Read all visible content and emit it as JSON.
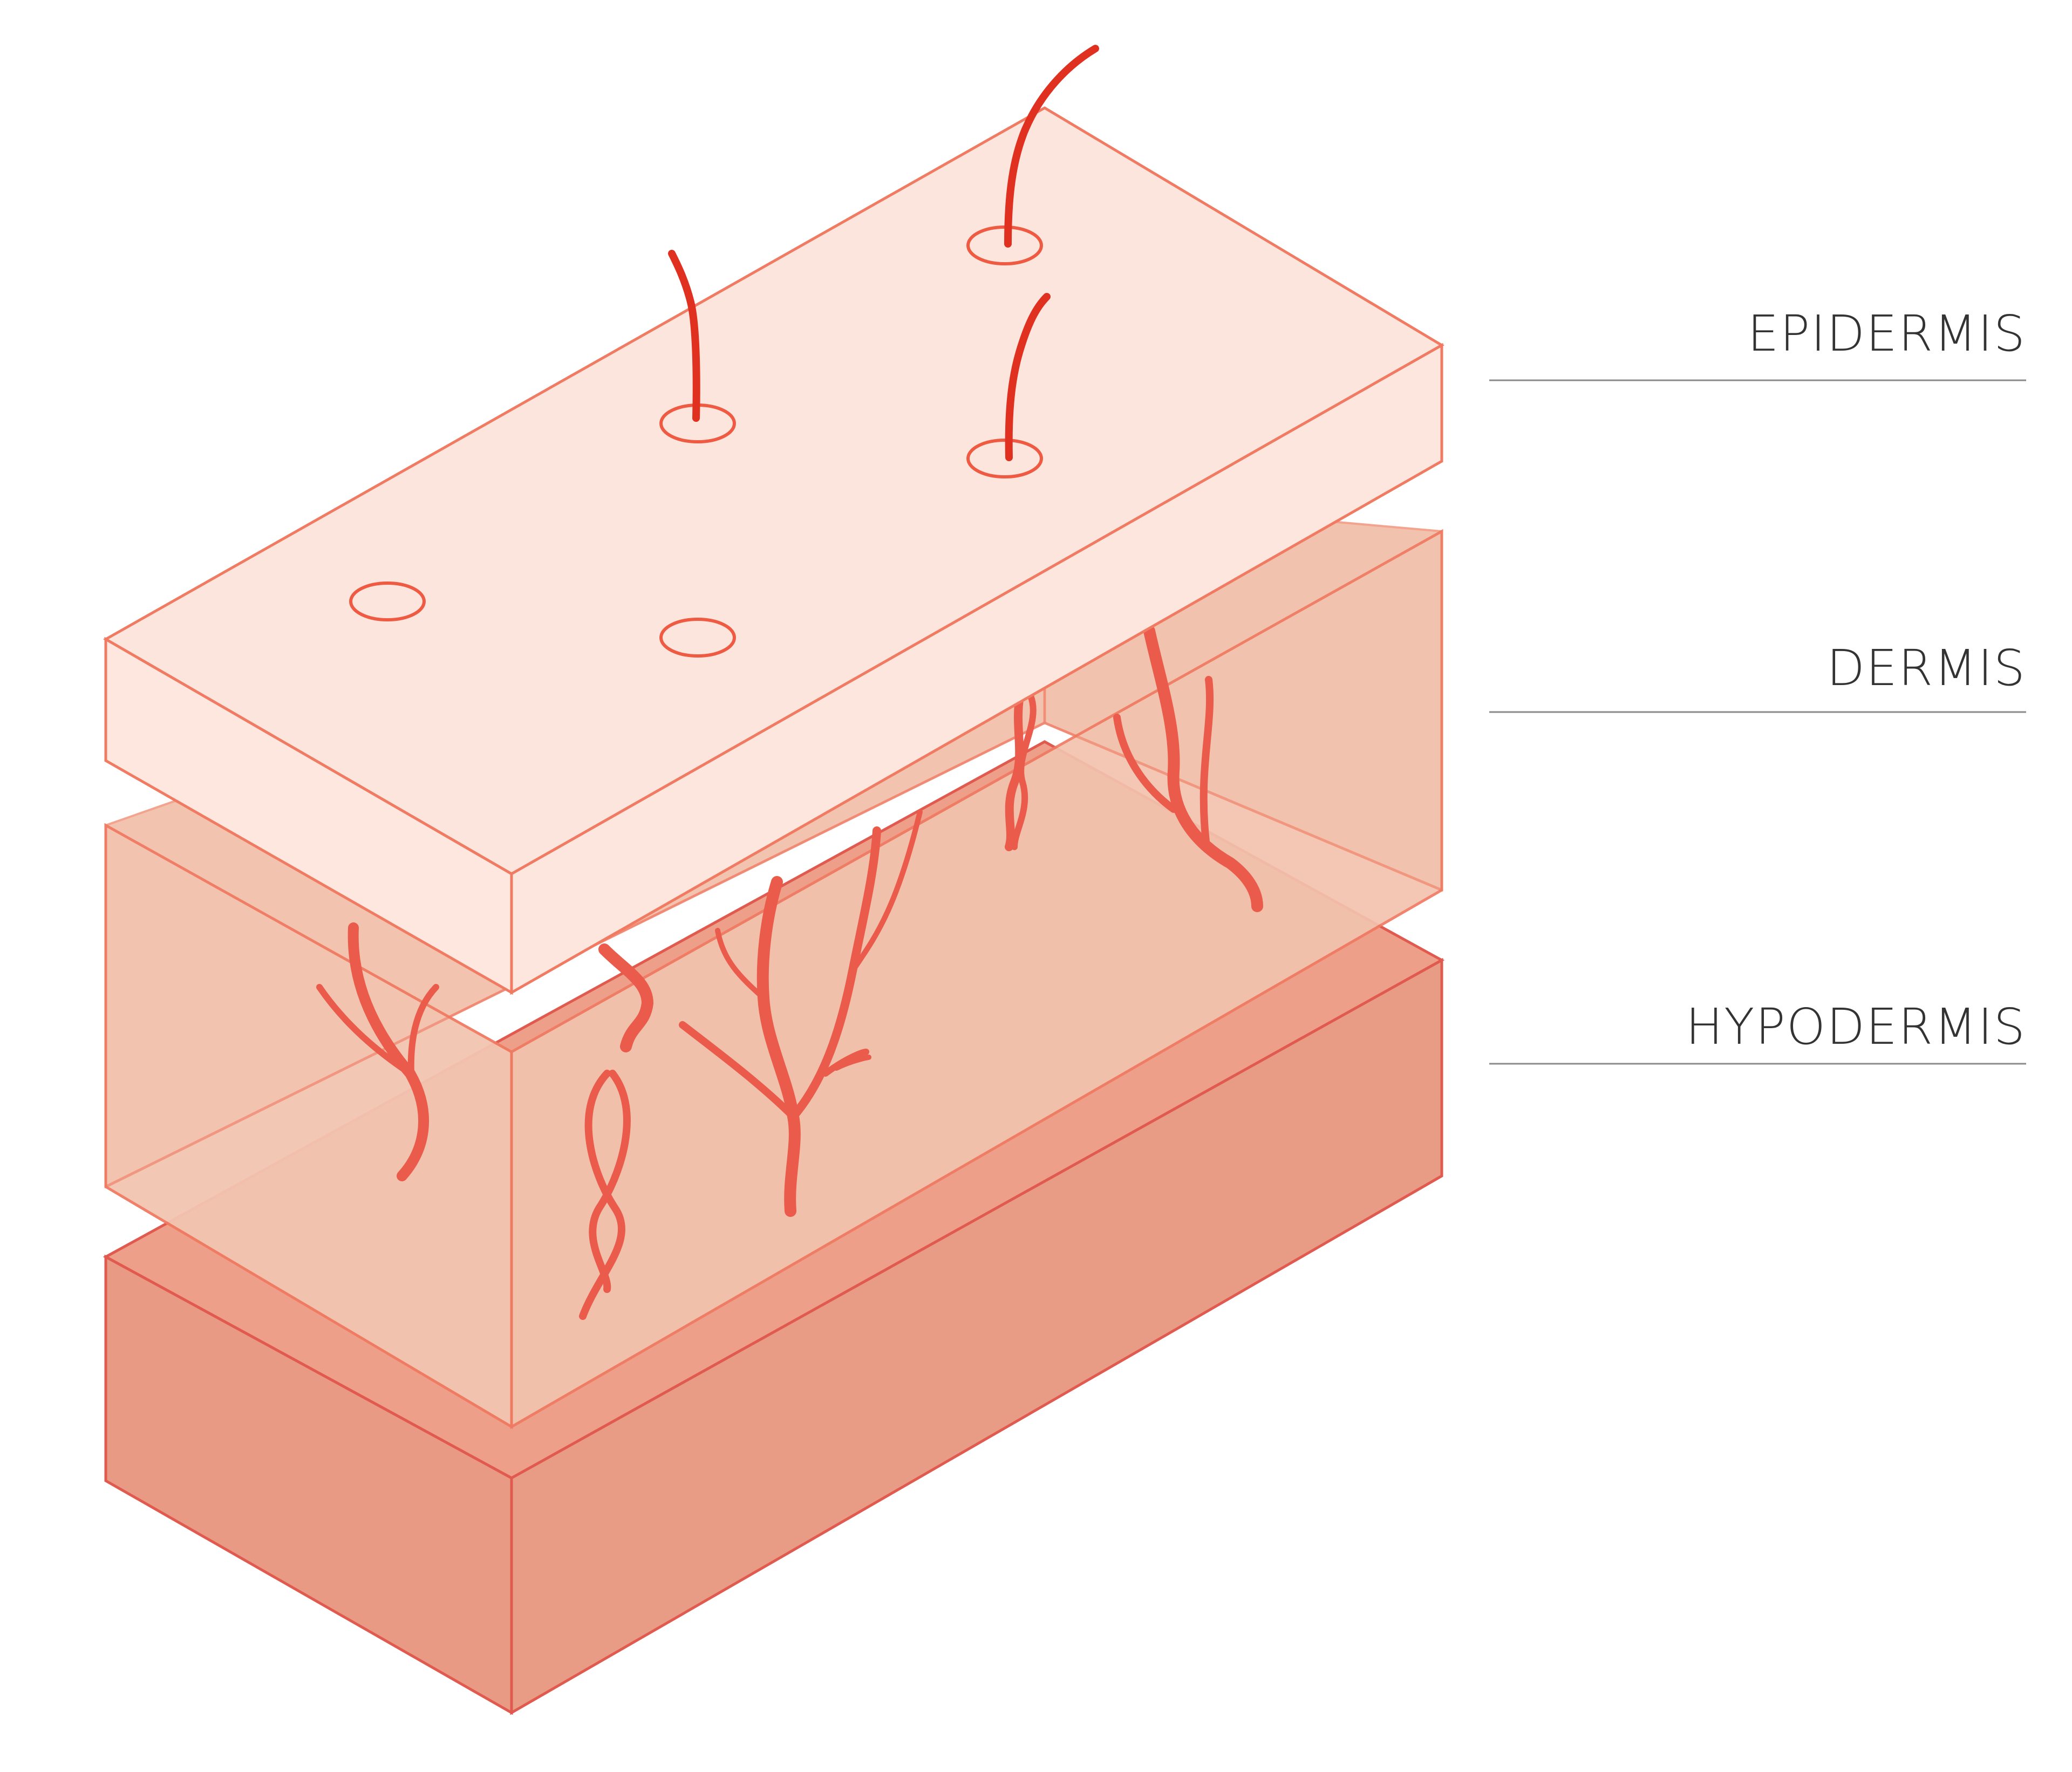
{
  "labels": {
    "epidermis": "EPIDERMIS",
    "dermis": "DERMIS",
    "hypodermis": "HYPODERMIS"
  },
  "colors": {
    "epidermis_fill": "#fde5dc",
    "dermis_fill": "#f3c5b1",
    "hypodermis_fill": "#ea9c86",
    "outline": "#f07a62",
    "vessel": "#ea5b4b",
    "hair": "#e0301f",
    "leader_line": "#8a8a8a",
    "label_text": "#333333"
  }
}
